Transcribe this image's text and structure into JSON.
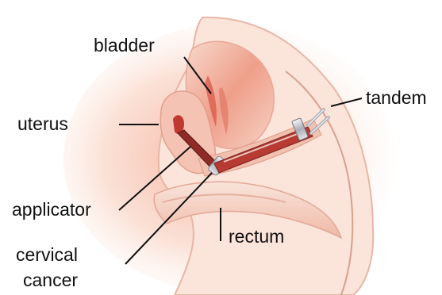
{
  "labels": {
    "bladder": "bladder",
    "uterus": "uterus",
    "tandem": "tandem",
    "applicator": "applicator",
    "cervical": "cervical",
    "cancer": "cancer",
    "rectum": "rectum"
  },
  "colors": {
    "tissue_light": "#fbe3d8",
    "tissue_mid": "#f2c3b2",
    "tissue_dark": "#e6917c",
    "bladder_core": "#d9584a",
    "uterus_pink": "#f5c0b0",
    "instrument_red": "#b73a33",
    "metal": "#c9ccd2"
  }
}
